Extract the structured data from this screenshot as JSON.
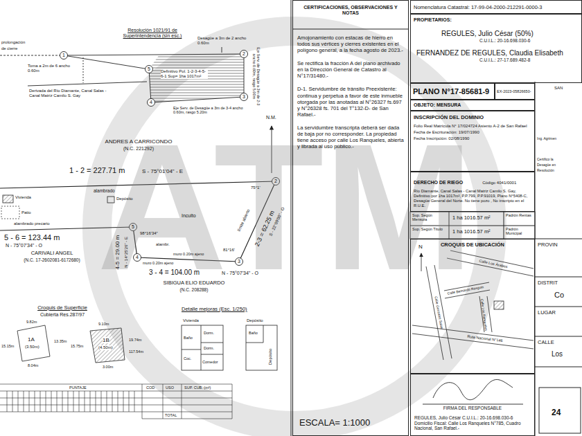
{
  "diagram": {
    "nodes": [
      {
        "text": [
          "CERTIFICACIONES, OBSERVACIONES Y NOTAS",
          "Amojonamiento con estacas de hierro en todos sus vértices y cierres existentes en el polígono general, a la fecha agosto de 2023.-",
          "Se rectifica la fracción A del plano archivado en la Dirección General de Catastro al N°17/31480.-",
          "D-1. Servidumbre de tránsito Preexistente: continua y perpetua a favor de este inmueble otorgada por las anotadas al N°26327 fs.697 y N°26328 fs. 701 del T°132-D- de San Rafael.-",
          "La servidumbre transcripta deberá ser dada de baja por no corresponder. La propiedad tiene acceso por calle Los Ranqueles, abierta y librada al uso público.-"
        ]
      },
      {
        "text": [
          "Nomenclatura Catastral: 17-99-04-2000-212291-0000-3"
        ]
      },
      {
        "text": [
          "PROPIETARIOS:",
          "REGULES, Julio César (50%)",
          "C.U.I.L.: 20-16.698.030-6",
          "FERNANDEZ DE REGULES, Claudia Elisabeth",
          "C.U.I.L.: 27-17.689.482-8"
        ]
      },
      {
        "text": [
          "PLANO N°17-85681-9"
        ]
      },
      {
        "text": [
          "EX-2023-05826650-"
        ]
      },
      {
        "text": [
          "OBJETO: MENSURA"
        ]
      },
      {
        "text": [
          "INSCRIPCIÓN DEL DOMINIO",
          "Folio Real Matrícula N° 17/024724 Asiento A-2 de San Rafael",
          "Fecha de Escrituración: 19/07/1990",
          "Fecha Inscripción: 02/08/1990"
        ]
      },
      {
        "text": [
          "DERECHO DE RIEGO",
          "Código 4041/0001",
          "Río Diamante, Canal Salas - Canal Matriz Camilo S. Gay, Definitivo por 1ha 1017m², P.P.799, P.P.91019, Plano N°5408-C, Desagüe General del Norte. No tiene pozo , No inscripto en el R.U.E."
        ]
      },
      {
        "text": [
          "CROQUIS DE UBICACIÓN"
        ]
      },
      {
        "text": [
          "FIRMA DEL RESPONSABLE",
          "REGULES, Julio César C.U.I.L.: 20-16.698.030-6 Domicilio Fiscal: Calle Los Ranqueles N°785, Cuadro Nacional, San Rafael.-"
        ]
      }
    ],
    "labels": [
      "ATM",
      "Resolución 1021/91 de Superintendencia (sin esc.)",
      "Desagüe a 3m de 2 ancho 0.60m",
      "Toma a 2m de 6 ancho 0.60m",
      "Definitivo Pol. 1-2-3-4-5-6-1 Sup= 1ha 1017m²",
      "Eje Serv. de Desagüe a 3m de 2-3 ancho 0.60m, rasgo 5.00m",
      "Eje Serv. de Desagüe a 3m de 3-4 ancho 0.60m, rasgo 5.20m",
      "Derivada del Río Diamante, Canal Salas - Canal Matriz Camilo S. Gay",
      "prolongación",
      "de cierre",
      "1",
      "2",
      "3",
      "4",
      "5",
      "N.M.",
      "ANDRES A CARRICONDO",
      "(N.C. 221292)",
      "1 - 2 = 227.71 m",
      "S - 75°01'04\" - E",
      "alambrado",
      "Vivienda",
      "Patio",
      "Depósito",
      "Inculto",
      "alambrado precario",
      "5 - 6 = 123.44 m",
      "N - 75°07'34\" - O",
      "CARIVALI ANGEL",
      "(N.C. 17-2602081-6172680)",
      "4-5 = 29.00 m",
      "N - 14°25'26\" - E",
      "muro 0.20m ajeno",
      "alambr.",
      "muro 0.20m ajeno",
      "3 - 4 = 104.00 m",
      "N - 75°07'34\" - O",
      "SIBIGUA ELIO EDUARDO",
      "(N.C. 208288)",
      "2-3 = 62.25 m",
      "S - 22°09'00\" - O",
      "límite abierto",
      "2",
      "3",
      "4",
      "5",
      "75°1'",
      "81°16'",
      "98°16'34\"",
      "Croquis de Superficie",
      "Cubierta Res.287/97",
      "9.82m",
      "13.35m",
      "15.15m",
      "8.04m",
      "1A",
      "(3.50m)",
      "9.10m",
      "15.75m",
      "1B",
      "(4.50m)",
      "19.74m",
      "117.54m",
      "3.00m",
      "Detalle mejoras (Esc. 1/250)",
      "Vivienda",
      "Depósito",
      "Dorm.",
      "Dorm.",
      "Baño",
      "Coc.",
      "Comedor",
      "Baño",
      "Depósito",
      "PUNTAJE",
      "COD",
      "USO",
      "SUP. CUB. (m²)",
      "TOTAL",
      "ESCALA= 1:1000",
      "Sup. Según Mensura",
      "1 ha 1016.57 m²",
      "Padrón Rentas",
      "Sup. Según Título",
      "1 ha 1016.57 m²",
      "Padrón Municipal",
      "N",
      "Calle Los Árabes",
      "Calle Gonzalez Salas",
      "Calle Bernardo Rasguin",
      "Calle Los Ranqueles",
      "Ruta Nacional N°146",
      "SAN",
      "Ing. Agrimen",
      "Certifico la",
      "Desagüe en",
      "Resolución",
      "PROVIN",
      "DISTRIT",
      "Co",
      "LUGAR",
      "CALLE",
      "Los",
      "24"
    ]
  }
}
